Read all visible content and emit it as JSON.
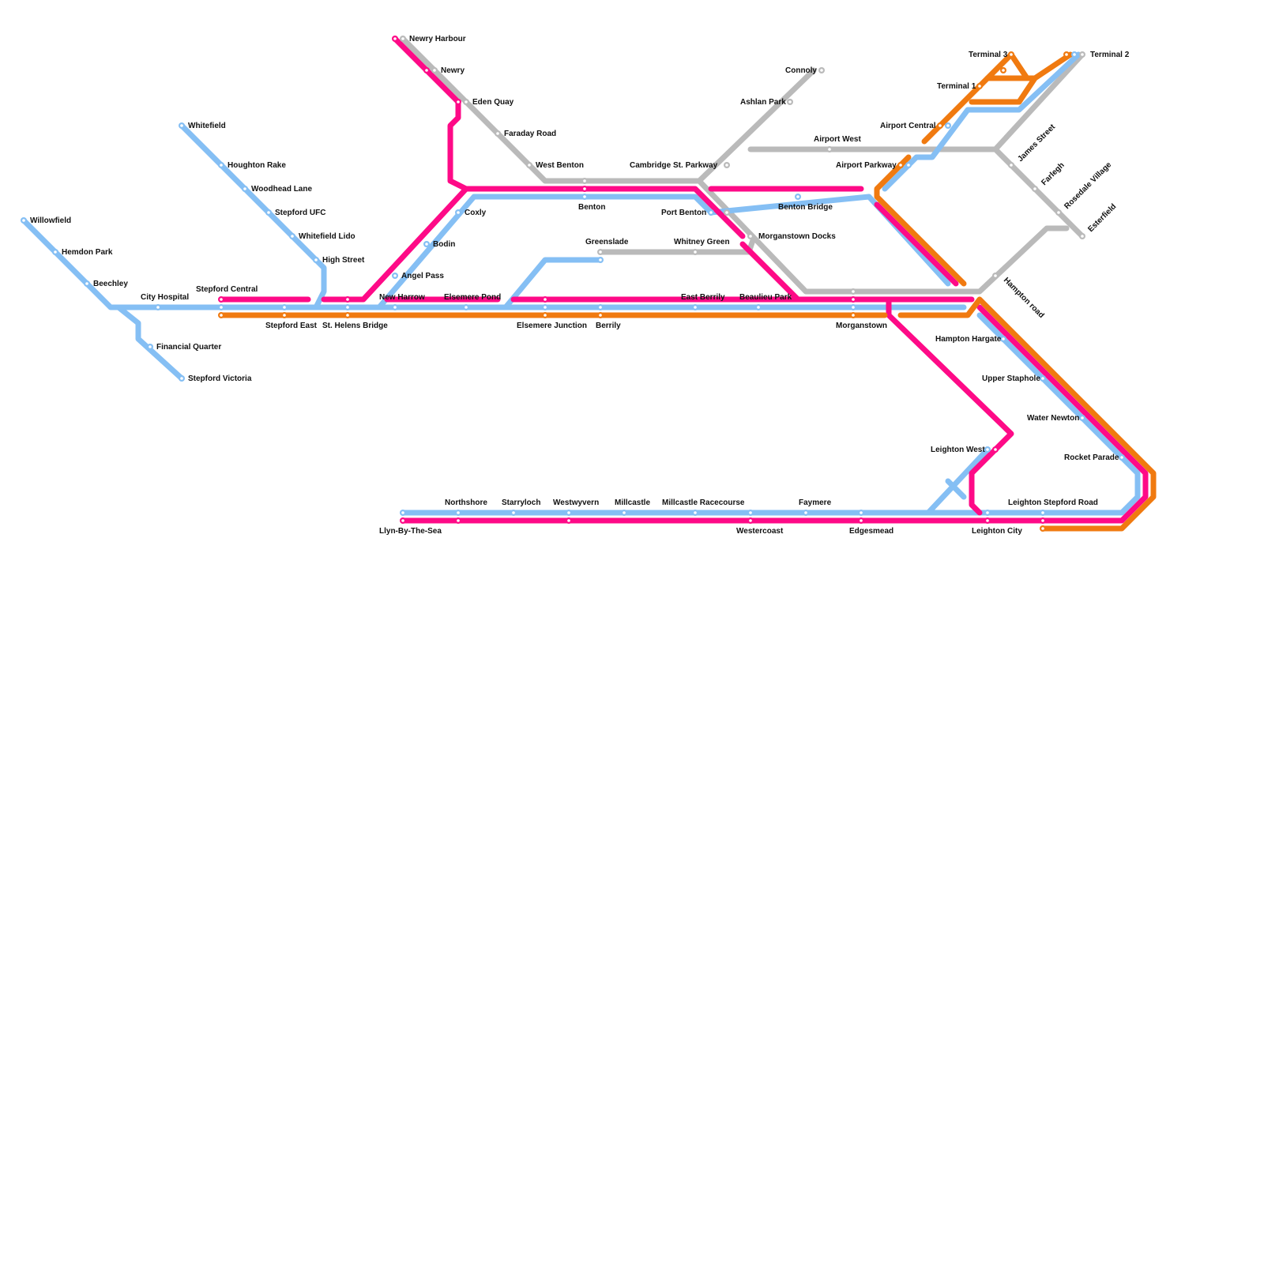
{
  "colors": {
    "blue": "#85bff4",
    "pink": "#fe0a87",
    "grey": "#bababa",
    "orange": "#f07a10",
    "stop": "#ffffff",
    "text": "#111111",
    "background": "#ffffff"
  },
  "stations": {
    "newry_harbour": "Newry Harbour",
    "newry": "Newry",
    "eden_quay": "Eden Quay",
    "faraday_road": "Faraday Road",
    "west_benton": "West Benton",
    "benton": "Benton",
    "coxly": "Coxly",
    "bodin": "Bodin",
    "angel_pass": "Angel Pass",
    "new_harrow": "New Harrow",
    "elsemere_pond": "Elsemere Pond",
    "elsemere_junction": "Elsemere Junction",
    "berrily": "Berrily",
    "greenslade": "Greenslade",
    "whitney_green": "Whitney Green",
    "east_berrily": "East Berrily",
    "beaulieu_park": "Beaulieu Park",
    "morganstown": "Morganstown",
    "morganstown_docks": "Morganstown Docks",
    "port_benton": "Port Benton",
    "benton_bridge": "Benton Bridge",
    "campbridge_st_parkway": "Cambridge St. Parkway",
    "ashlan_park": "Ashlan Park",
    "connoly": "Connoly",
    "airport_west": "Airport West",
    "airport_parkway": "Airport Parkway",
    "airport_central": "Airport Central",
    "terminal_1": "Terminal 1",
    "terminal_3": "Terminal 3",
    "terminal_2": "Terminal 2",
    "james_street": "James Street",
    "farlegh": "Farlegh",
    "rosedale_village": "Rosedale Village",
    "esterfield": "Esterfield",
    "hampton_road": "Hampton road",
    "hampton_hargate": "Hampton Hargate",
    "upper_staphole": "Upper Staphole",
    "water_newton": "Water Newton",
    "rocket_parade": "Rocket Parade",
    "leighton_west": "Leighton West",
    "leighton_stepford_road": "Leighton Stepford Road",
    "leighton_city": "Leighton City",
    "edgesmead": "Edgesmead",
    "faymere": "Faymere",
    "westercoast": "Westercoast",
    "millcastle_racecourse": "Millcastle Racecourse",
    "millcastle": "Millcastle",
    "westwyvern": "Westwyvern",
    "starryloch": "Starryloch",
    "northshore": "Northshore",
    "llyn_by_the_sea": "Llyn-By-The-Sea",
    "whitefield": "Whitefield",
    "houghton_rake": "Houghton Rake",
    "woodhead_lane": "Woodhead Lane",
    "stepford_ufc": "Stepford UFC",
    "whitefield_lido": "Whitefield Lido",
    "high_street": "High Street",
    "willowfield": "Willowfield",
    "hemdon_park": "Hemdon Park",
    "beechley": "Beechley",
    "city_hospital": "City Hospital",
    "stepford_central": "Stepford Central",
    "stepford_east": "Stepford East",
    "st_helens_bridge": "St. Helens Bridge",
    "financial_quarter": "Financial Quarter",
    "stepford_victoria": "Stepford Victoria"
  }
}
